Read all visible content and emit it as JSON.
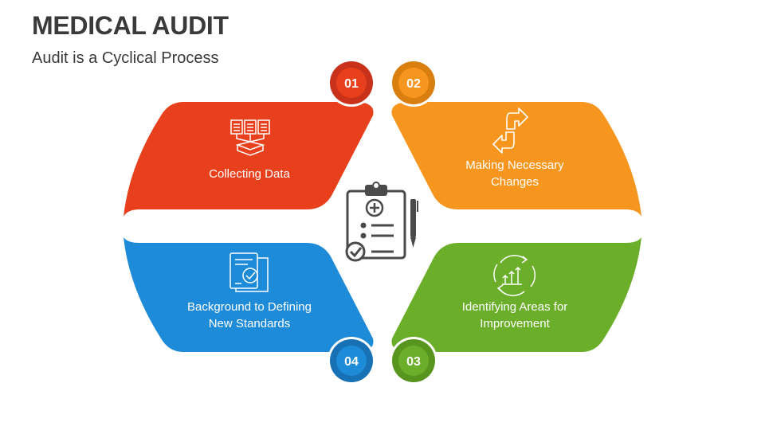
{
  "title": "MEDICAL AUDIT",
  "subtitle": "Audit is a Cyclical Process",
  "colors": {
    "step1": "#E8401C",
    "step2": "#F7961E",
    "step3": "#6BAE2A",
    "step4": "#1E8BD8",
    "icon_center": "#4a4a4a"
  },
  "steps": [
    {
      "number": "01",
      "label_line1": "Collecting Data",
      "label_line2": "",
      "icon": "data-collection-icon"
    },
    {
      "number": "02",
      "label_line1": "Making Necessary",
      "label_line2": "Changes",
      "icon": "change-arrows-icon"
    },
    {
      "number": "03",
      "label_line1": "Identifying Areas for",
      "label_line2": "Improvement",
      "icon": "growth-cycle-icon"
    },
    {
      "number": "04",
      "label_line1": "Background to Defining",
      "label_line2": "New Standards",
      "icon": "checked-document-icon"
    }
  ],
  "center_icon": "clipboard-checklist-icon"
}
